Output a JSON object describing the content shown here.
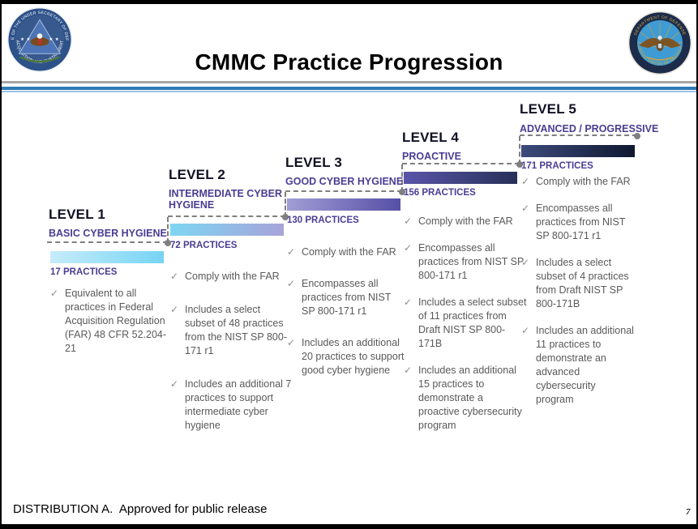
{
  "slide": {
    "title": "CMMC Practice Progression",
    "footer": "DISTRIBUTION A.  Approved for public release",
    "page_number": "7"
  },
  "seals": {
    "left": {
      "ring_top": "OFFICE OF THE UNDER SECRETARY OF DEFENSE",
      "ring_bottom": "ACQUISITION AND SUSTAINMENT"
    },
    "right": {
      "ring_top": "DEPARTMENT OF DEFENSE",
      "ring_bottom": "UNITED STATES OF AMERICA"
    }
  },
  "glyphs": {
    "check": "✓",
    "star": "★"
  },
  "colors": {
    "accent-indigo": "#4a3d94",
    "level-title": "#101024",
    "body-gray": "#595959",
    "check-gray": "#8c8c8c",
    "line-gray": "#7f7f7f",
    "divider-gray": "#a6a6a6",
    "divider-blue": "#2e7bb4",
    "divider-lightblue": "#9cc3e5"
  },
  "levels": [
    {
      "name": "LEVEL 1",
      "subtitle": "BASIC CYBER HYGIENE",
      "practices_label": "17 PRACTICES",
      "practices_count": 17,
      "bar": {
        "from": "#c6ecfa",
        "to": "#76d4f4"
      },
      "bullets": [
        "Equivalent to all practices in Federal Acquisition Regulation (FAR) 48 CFR 52.204-21"
      ]
    },
    {
      "name": "LEVEL 2",
      "subtitle": "INTERMEDIATE CYBER HYGIENE",
      "practices_label": "72 PRACTICES",
      "practices_count": 72,
      "bar": {
        "from": "#7ed6f3",
        "to": "#a7a3d9"
      },
      "bullets": [
        "Comply with the FAR",
        "Includes a select subset of 48 practices from the NIST SP 800-171 r1",
        "Includes an additional 7 practices to support intermediate cyber hygiene"
      ]
    },
    {
      "name": "LEVEL 3",
      "subtitle": "GOOD CYBER HYGIENE",
      "practices_label": "130 PRACTICES",
      "practices_count": 130,
      "bar": {
        "from": "#a19dd6",
        "to": "#564fa5"
      },
      "bullets": [
        "Comply with the FAR",
        "Encompasses all practices from NIST SP 800-171 r1",
        "Includes an additional 20 practices to support good cyber hygiene"
      ]
    },
    {
      "name": "LEVEL 4",
      "subtitle": "PROACTIVE",
      "practices_label": "156 PRACTICES",
      "practices_count": 156,
      "bar": {
        "from": "#5b54a9",
        "to": "#263158"
      },
      "bullets": [
        "Comply with the FAR",
        "Encompasses all practices from NIST SP 800-171 r1",
        "Includes a select subset of 11 practices from Draft NIST SP 800-171B",
        "Includes an additional 15 practices to demonstrate a proactive cybersecurity program"
      ]
    },
    {
      "name": "LEVEL 5",
      "subtitle": "ADVANCED / PROGRESSIVE",
      "practices_label": "171 PRACTICES",
      "practices_count": 171,
      "bar": {
        "from": "#3c4b7b",
        "to": "#0f1730"
      },
      "bullets": [
        "Comply with the FAR",
        "Encompasses all practices from NIST SP 800-171 r1",
        "Includes a select subset of 4 practices from Draft NIST SP 800-171B",
        "Includes an additional 11 practices to demonstrate an advanced cybersecurity program"
      ]
    }
  ]
}
